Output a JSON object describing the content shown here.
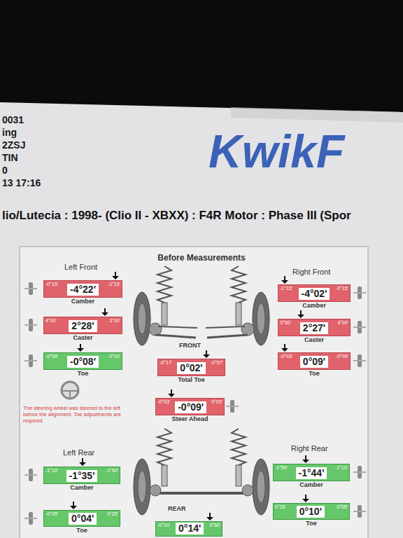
{
  "diagram": {
    "title": "Before Measurements",
    "nodes": [
      {
        "text": [
          "-0°15'",
          "-1°15'",
          "-4°22'",
          "Camber"
        ]
      },
      {
        "text": [
          "-1°15'",
          "-0°15'",
          "-4°02'",
          "Camber"
        ]
      },
      {
        "text": [
          "4°00'",
          "3°00'",
          "2°28'",
          "Caster"
        ]
      },
      {
        "text": [
          "3°00'",
          "4°00'",
          "2°27'",
          "Caster"
        ]
      },
      {
        "text": [
          "-0°09'",
          "-0°03'",
          "-0°08'",
          "Toe"
        ]
      },
      {
        "text": [
          "-0°17'",
          "-0°07'",
          "0°02'",
          "Total Toe"
        ]
      },
      {
        "text": [
          "-0°03'",
          "-0°09'",
          "0°09'",
          "Toe"
        ]
      },
      {
        "text": [
          "-0°03'",
          "0°03'",
          "-0°09'",
          "Steer Ahead"
        ]
      },
      {
        "text": [
          "-1°10'",
          "-1°50'",
          "-1°35'",
          "Camber"
        ]
      },
      {
        "text": [
          "-1°50'",
          "-1°10'",
          "-1°44'",
          "Camber"
        ]
      },
      {
        "text": [
          "-0°05'",
          "0°25'",
          "0°04'",
          "Toe"
        ]
      },
      {
        "text": [
          "-0°10'",
          "0°50'",
          "0°14'"
        ]
      },
      {
        "text": [
          "0°25'",
          "-0°05'",
          "0°10'",
          "Toe"
        ]
      }
    ],
    "labels": [
      "0031",
      "ing",
      "2ZSJ",
      "TIN",
      "0",
      "13 17:16",
      "KwikF",
      "lio/Lutecia : 1998- (Clio II - XBXX) : F4R Motor : Phase III (Spor",
      "Left Front",
      "Right Front",
      "FRONT",
      "The steering wheel was steered to the left before the alignment. Toe adjustments are required.",
      "Left Rear",
      "Right Rear",
      "REAR"
    ]
  }
}
